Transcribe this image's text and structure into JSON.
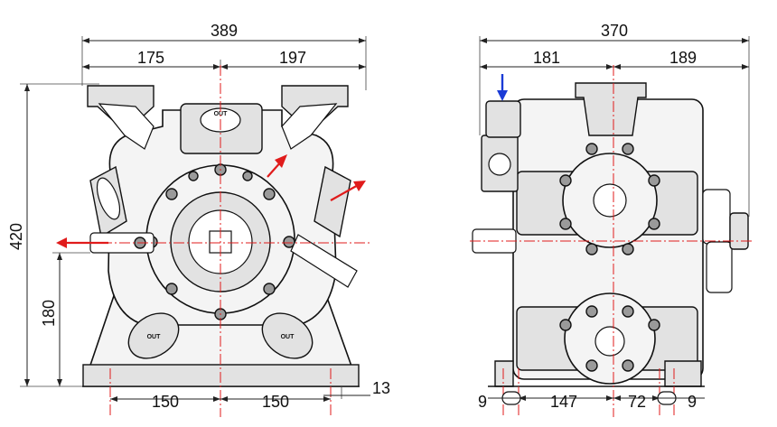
{
  "dimensions": {
    "left_view": {
      "overall_width": "389",
      "left_half": "175",
      "right_half": "197",
      "height": "420",
      "shaft_height": "180",
      "foot_left": "150",
      "foot_right": "150",
      "foot_offset": "13"
    },
    "right_view": {
      "overall_width": "370",
      "left_part": "181",
      "right_part": "189",
      "slot_left": "9",
      "foot_span": "147",
      "foot_right": "72",
      "slot_right": "9"
    }
  },
  "labels": {
    "outlet": "OUT"
  },
  "colors": {
    "flow_arrow": "#e01b1b",
    "centerline": "#e01b1b",
    "inlet_arrow": "#1a3bd6"
  },
  "icons": {
    "flow_arrows": "red-arrow",
    "inlet_marker": "blue-down-arrow"
  }
}
